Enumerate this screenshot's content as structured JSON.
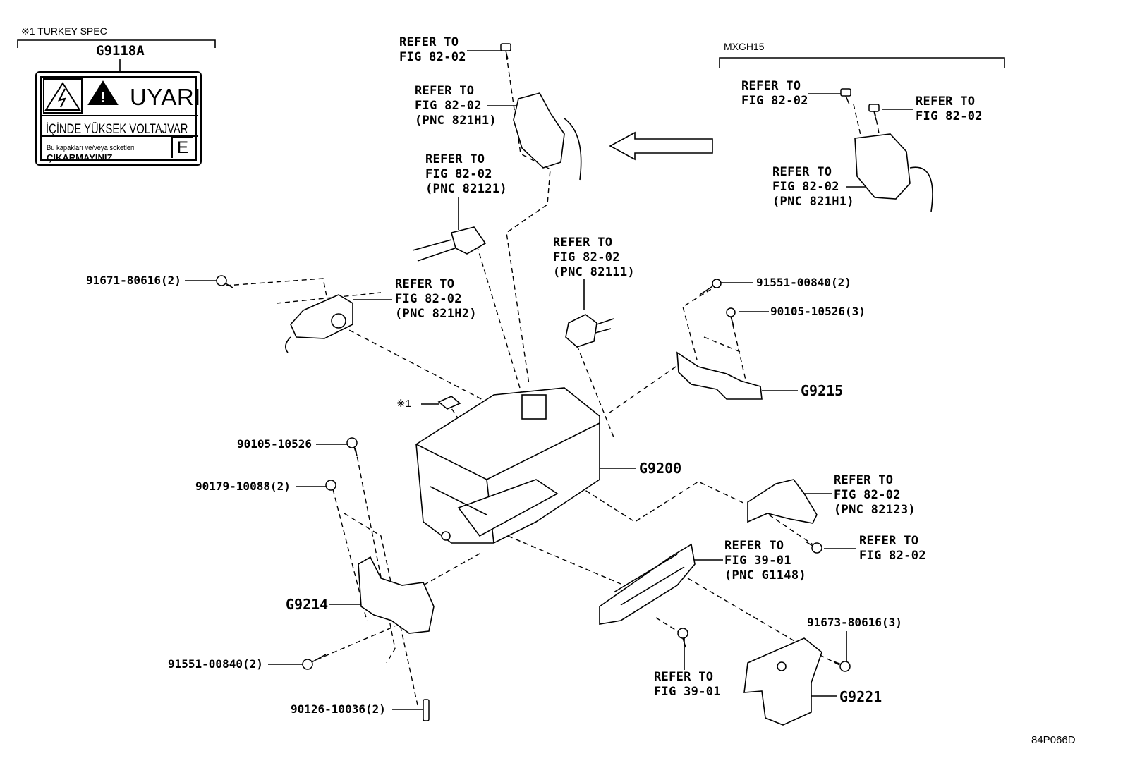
{
  "turkey_spec": {
    "header": "※1 TURKEY SPEC",
    "part": "G9118A",
    "label": {
      "title": "UYARI",
      "line1": "İÇİNDE YÜKSEK VOLTAJVAR",
      "line2": "Bu kapakları ve/veya soketleri",
      "line3": "ÇIKARMAYINIZ",
      "corner": "E"
    }
  },
  "variant": {
    "header": "MXGH15"
  },
  "refs": {
    "r1": {
      "l1": "REFER TO",
      "l2": "FIG 82-02"
    },
    "r2": {
      "l1": "REFER TO",
      "l2": "FIG 82-02",
      "l3": "(PNC 821H1)"
    },
    "r3": {
      "l1": "REFER TO",
      "l2": "FIG 82-02",
      "l3": "(PNC 82121)"
    },
    "r4": {
      "l1": "REFER TO",
      "l2": "FIG 82-02",
      "l3": "(PNC 821H2)"
    },
    "r5": {
      "l1": "REFER TO",
      "l2": "FIG 82-02",
      "l3": "(PNC 82111)"
    },
    "r6": {
      "l1": "REFER TO",
      "l2": "FIG 82-02"
    },
    "r7": {
      "l1": "REFER TO",
      "l2": "FIG 82-02"
    },
    "r8": {
      "l1": "REFER TO",
      "l2": "FIG 82-02",
      "l3": "(PNC 821H1)"
    },
    "r9": {
      "l1": "REFER TO",
      "l2": "FIG 82-02",
      "l3": "(PNC 82123)"
    },
    "r10": {
      "l1": "REFER TO",
      "l2": "FIG 82-02"
    },
    "r11": {
      "l1": "REFER TO",
      "l2": "FIG 39-01",
      "l3": "(PNC G1148)"
    },
    "r12": {
      "l1": "REFER TO",
      "l2": "FIG 39-01"
    }
  },
  "parts": {
    "p91671": "91671-80616(2)",
    "p91551a": "91551-00840(2)",
    "p90105a": "90105-10526(3)",
    "p90105b": "90105-10526",
    "p90179": "90179-10088(2)",
    "p91551b": "91551-00840(2)",
    "p90126": "90126-10036(2)",
    "p91673": "91673-80616(3)"
  },
  "codes": {
    "g9215": "G9215",
    "g9200": "G9200",
    "g9214": "G9214",
    "g9221": "G9221"
  },
  "note_mark": "※1",
  "figure_id": "84P066D"
}
